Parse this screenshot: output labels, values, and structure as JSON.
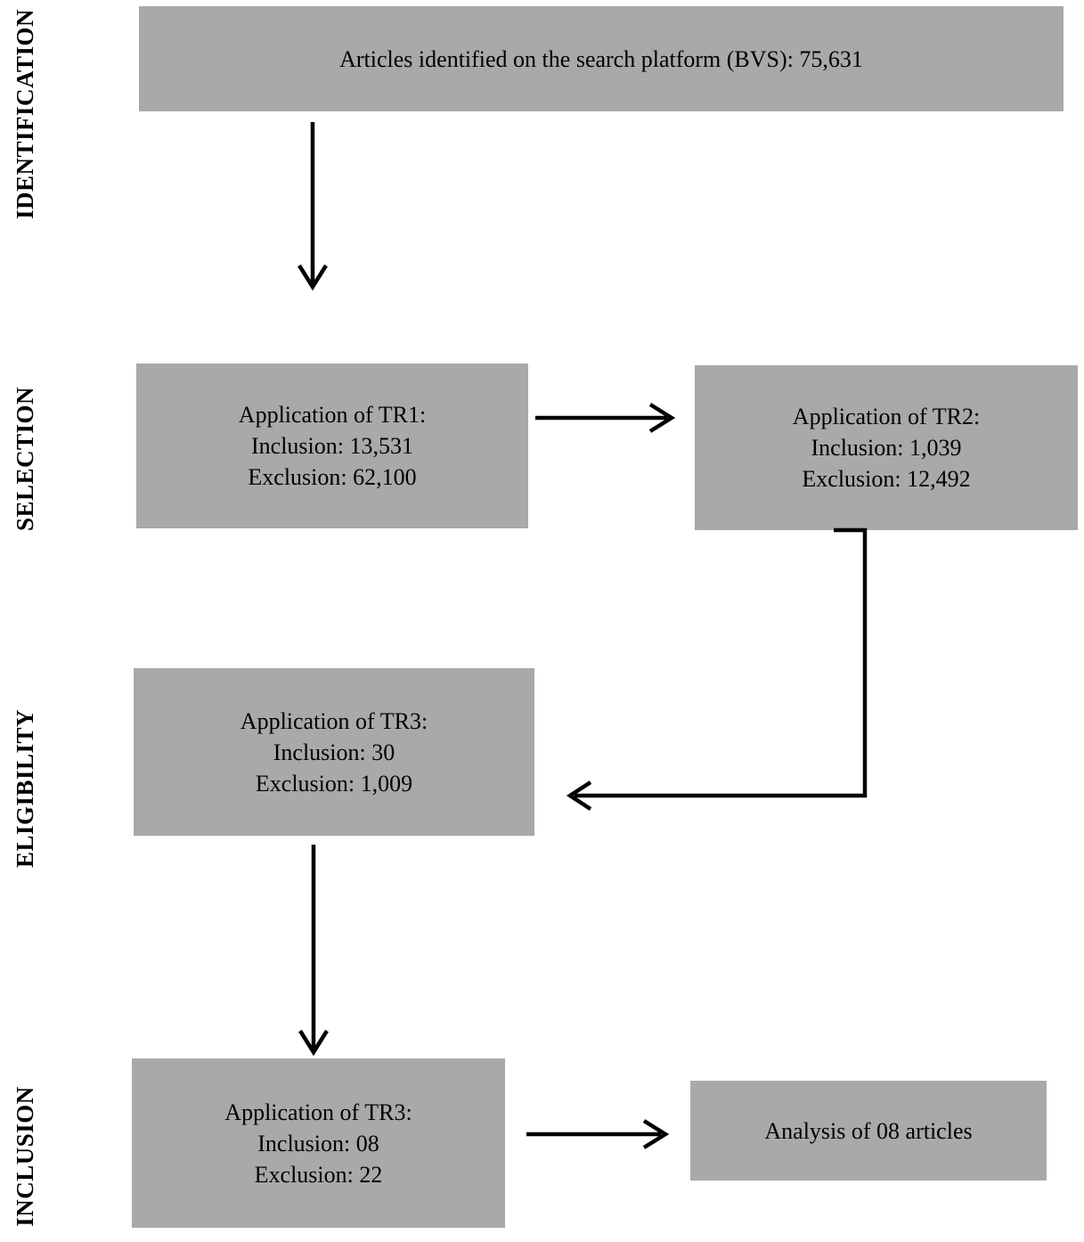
{
  "stages": [
    {
      "label": "IDENTIFICATION"
    },
    {
      "label": "SELECTION"
    },
    {
      "label": "ELIGIBILITY"
    },
    {
      "label": "INCLUSION"
    }
  ],
  "boxes": {
    "identified": {
      "text": "Articles identified on the search platform (BVS): 75,631"
    },
    "tr1": {
      "title": "Application of TR1:",
      "inclusion": "Inclusion: 13,531",
      "exclusion": "Exclusion: 62,100"
    },
    "tr2": {
      "title": "Application of TR2:",
      "inclusion": "Inclusion: 1,039",
      "exclusion": "Exclusion: 12,492"
    },
    "tr3_eligibility": {
      "title": "Application of TR3:",
      "inclusion": "Inclusion: 30",
      "exclusion": "Exclusion: 1,009"
    },
    "tr3_inclusion": {
      "title": "Application of TR3:",
      "inclusion": "Inclusion: 08",
      "exclusion": "Exclusion: 22"
    },
    "analysis": {
      "text": "Analysis of 08 articles"
    }
  },
  "colors": {
    "box_fill": "#a9a9a9",
    "text": "#000000",
    "arrow": "#000000",
    "background": "#ffffff"
  }
}
